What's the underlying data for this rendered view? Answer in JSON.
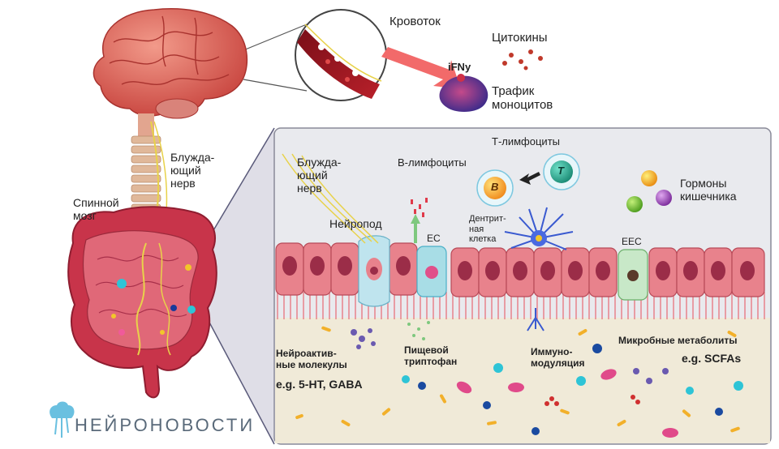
{
  "labels": {
    "krovotok": "Кровоток",
    "tsitokiny": "Цитокины",
    "ifny": "iFNy",
    "trafik": "Трафик\nмоноцитов",
    "bluzhdayushchiy_left": "Блужда-\nющий\nнерв",
    "spinnoy": "Спинной\nмозг",
    "bluzhdayushchiy_panel": "Блужда-\nющий\nнерв",
    "neiropod": "Нейропод",
    "b_limf": "В-лимфоциты",
    "t_limf": "Т-лимфоциты",
    "gormony": "Гормоны\nкишечника",
    "dendrit": "Дентрит-\nная\nклетка",
    "ec": "EC",
    "eec": "EEC",
    "neuroaktiv": "Нейроактив-\nные молекулы",
    "eg_5ht": "e.g. 5-HT, GABA",
    "pishchevoy": "Пищевой\nтриптофан",
    "immuno": "Иммуно-\nмодуляция",
    "mikrobnye": "Микробные метаболиты",
    "eg_scfa": "e.g. SCFAs",
    "b_cell": "B",
    "t_cell": "T",
    "logo": "НЕЙРОНОВОСТИ"
  },
  "colors": {
    "brain": "#d9534f",
    "intestine": "#c8344a",
    "panel_bg": "#e9eaee",
    "lumen_bg": "#f0ead8",
    "epithelium": "#e8828c",
    "nucleus": "#9b2d48",
    "arrow": "#f26a6a"
  }
}
